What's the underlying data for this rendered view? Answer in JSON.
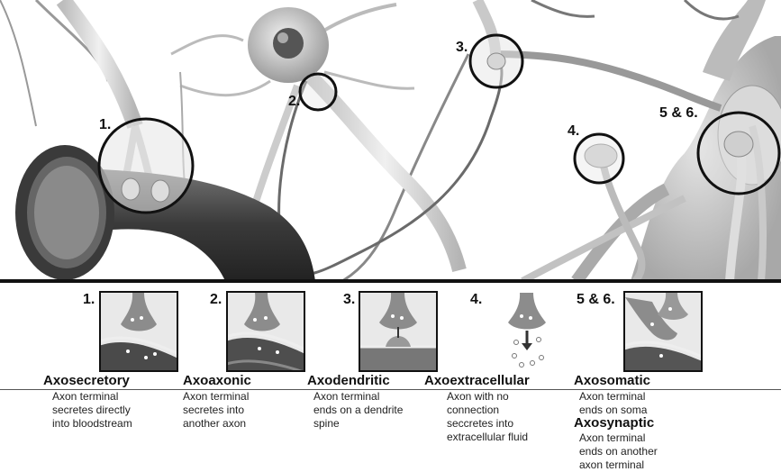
{
  "top_labels": {
    "l1": "1.",
    "l2": "2.",
    "l3": "3.",
    "l4": "4.",
    "l56": "5 & 6."
  },
  "panels": [
    {
      "number": "1.",
      "title": "Axosecretory",
      "lines": [
        "Axon terminal",
        "secretes directly",
        "into bloodstream"
      ]
    },
    {
      "number": "2.",
      "title": "Axoaxonic",
      "lines": [
        "Axon terminal",
        "secretes into",
        "another axon"
      ]
    },
    {
      "number": "3.",
      "title": "Axodendritic",
      "lines": [
        "Axon terminal",
        "ends on a dendrite",
        "spine"
      ]
    },
    {
      "number": "4.",
      "title": "Axoextracellular",
      "lines": [
        "Axon with no",
        "connection",
        "seccretes into",
        "extracellular fluid"
      ]
    },
    {
      "number": "5 & 6.",
      "title": "Axosomatic",
      "lines": [
        "Axon terminal",
        "ends on soma"
      ],
      "title2": "Axosynaptic",
      "lines2": [
        "Axon terminal",
        "ends on another",
        "axon terminal"
      ]
    }
  ]
}
